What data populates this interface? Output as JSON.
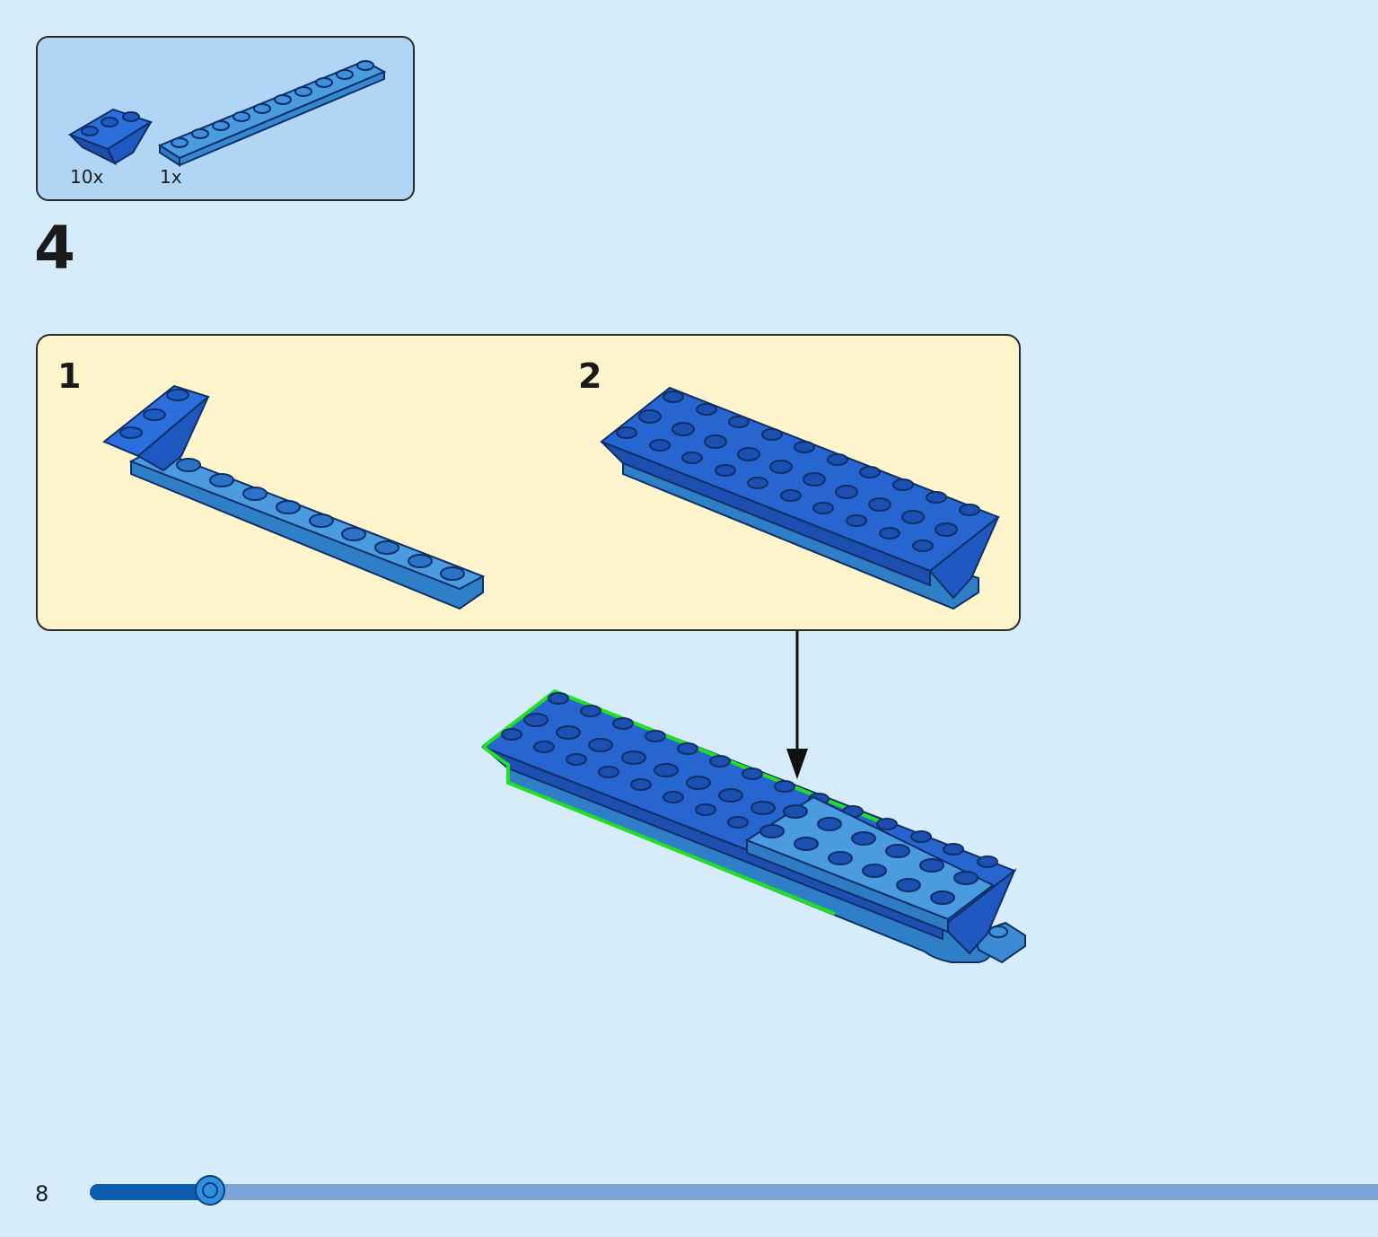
{
  "parts_list": {
    "items": [
      {
        "name": "inverted-slope-brick",
        "quantity": "10x",
        "color": "#1f5fd0"
      },
      {
        "name": "1x10-plate",
        "quantity": "1x",
        "color": "#3d8fd6"
      }
    ]
  },
  "step": {
    "number": "4"
  },
  "substeps": [
    {
      "number": "1"
    },
    {
      "number": "2"
    }
  ],
  "footer": {
    "page_number": "8",
    "progress_fraction": 0.095
  },
  "colors": {
    "background": "#d6ecfb",
    "parts_box": "#b1d6f5",
    "substep_box": "#fff5cd",
    "brick_dark": "#1f5fd0",
    "brick_light": "#3d8fd6",
    "highlight": "#22e022",
    "progress_fill": "#0b5cad",
    "progress_track": "#7fa2d8"
  }
}
